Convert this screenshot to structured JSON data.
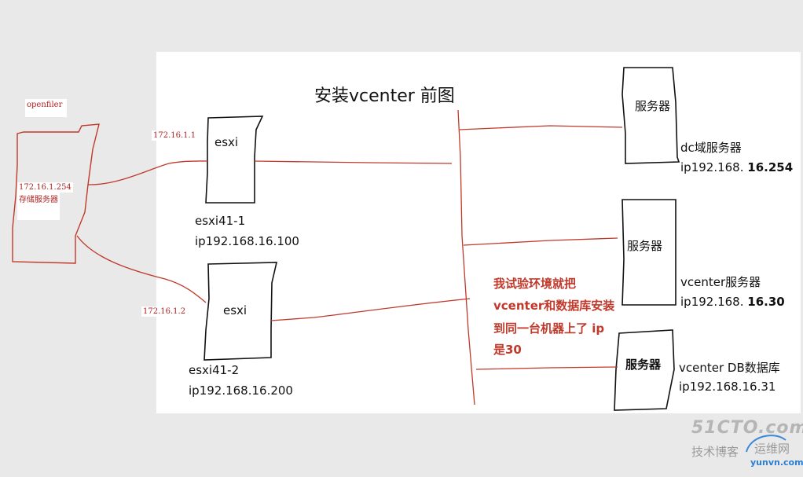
{
  "title": "安装vcenter 前图",
  "storage": {
    "name_label": "openfiler",
    "ip_label": "172.16.1.254",
    "role_label": "存储服务器"
  },
  "esxi_hosts": [
    {
      "box_label": "esxi",
      "link_ip": "172.16.1.1",
      "name": "esxi41-1",
      "ip": "ip192.168.16.100"
    },
    {
      "box_label": "esxi",
      "link_ip": "172.16.1.2",
      "name": "esxi41-2",
      "ip": "ip192.168.16.200"
    }
  ],
  "servers": [
    {
      "box_label": "服务器",
      "role": "dc域服务器",
      "ip_prefix": "ip192.168. ",
      "ip_suffix": "16.254"
    },
    {
      "box_label": "服务器",
      "role": "vcenter服务器",
      "ip_prefix": "ip192.168. ",
      "ip_suffix": "16.30"
    },
    {
      "box_label": "服务器",
      "role": "vcenter DB数据库",
      "ip_prefix": "ip192.168.16.31",
      "ip_suffix": ""
    }
  ],
  "note_lines": [
    "我试验环境就把",
    "vcenter和数据库安装",
    "到同一台机器上了 ip",
    "是30"
  ],
  "watermark": {
    "logo": "51CTO.com",
    "sub_left": "技术博客",
    "sub_right": "运维网",
    "domain": "yunvn.com"
  },
  "colors": {
    "line_red": "#c0392b",
    "ink": "#111111",
    "canvas_bg": "#ffffff",
    "page_bg": "#e9e9e9"
  }
}
